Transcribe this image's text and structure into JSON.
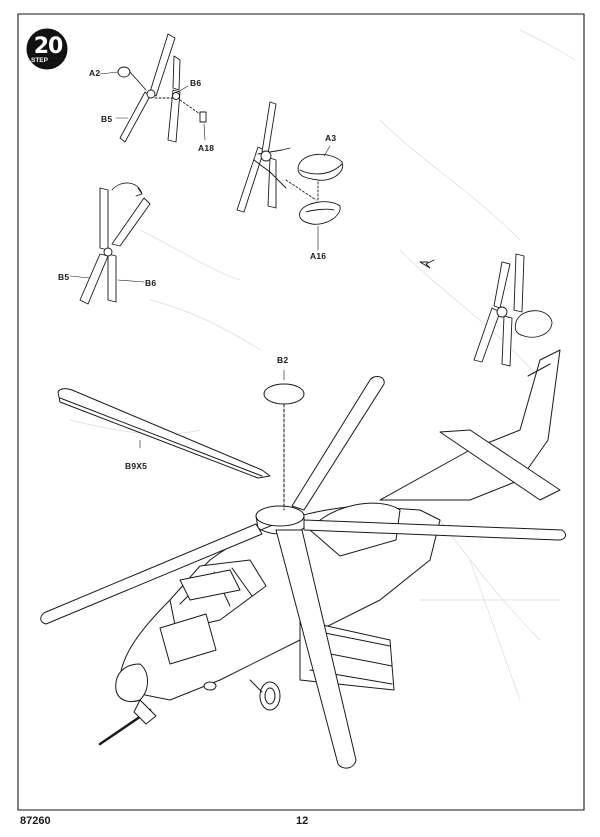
{
  "step": {
    "number": "20",
    "word": "STEP"
  },
  "parts": {
    "a2": "A2",
    "b6_top": "B6",
    "b5_top": "B5",
    "a18": "A18",
    "a3": "A3",
    "a16": "A16",
    "b5_left": "B5",
    "b6_left": "B6",
    "b2": "B2",
    "b9x5": "B9X5"
  },
  "footer": {
    "kit_number": "87260",
    "page_number": "12"
  }
}
